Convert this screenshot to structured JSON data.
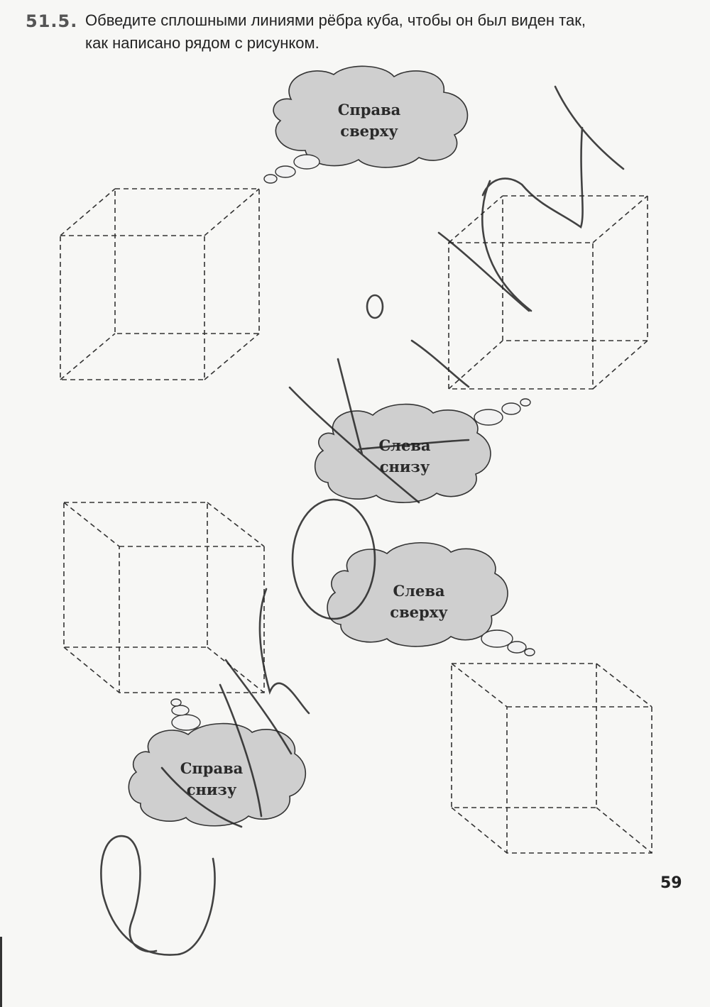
{
  "header": {
    "exercise_number": "51.5.",
    "task_line_1": "Обведите сплошными линиями рёбра куба, чтобы он был виден так,",
    "task_line_2": "как написано рядом с рисунком."
  },
  "clouds": [
    {
      "line1": "Справа",
      "line2": "сверху"
    },
    {
      "line1": "Слева",
      "line2": "снизу"
    },
    {
      "line1": "Слева",
      "line2": "сверху"
    },
    {
      "line1": "Справа",
      "line2": "снизу"
    }
  ],
  "footer": {
    "page_number": "59"
  }
}
